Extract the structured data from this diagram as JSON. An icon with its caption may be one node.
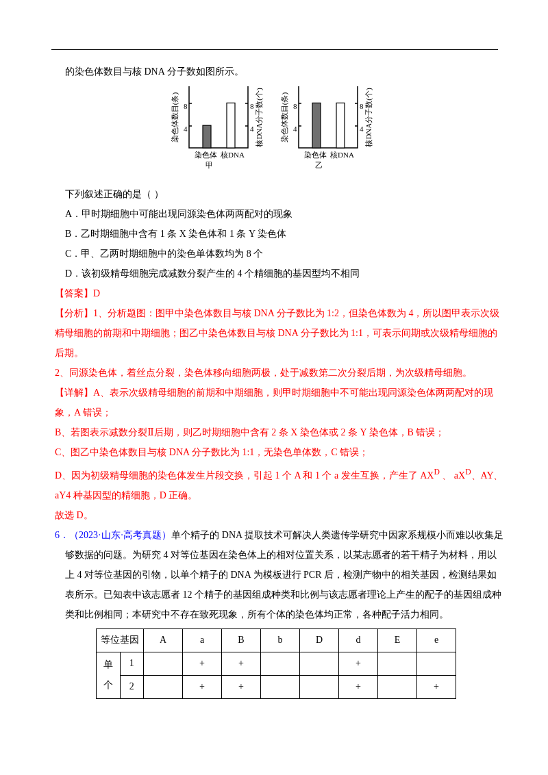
{
  "diagram": {
    "labels": [
      "的染色体数目与核 DNA 分子数如图所示。",
      "染色体数目(条)",
      "8",
      "4",
      "8",
      "4",
      "核DNA分子数(个)",
      "染色体",
      "核DNA",
      "甲",
      "染色体数目(条)",
      "8",
      "4",
      "8",
      "4",
      "核DNA分子数(个)",
      "染色体",
      "核DNA",
      "乙",
      "下列叙述正确的是（    ）",
      "A．甲时期细胞中可能出现同源染色体两两配对的现象",
      "B．乙时期细胞中含有 1 条 X 染色体和 1 条 Y 染色体",
      "C．甲、乙两时期细胞中的染色单体数均为 8 个",
      "D．该初级精母细胞完成减数分裂产生的 4 个精细胞的基因型均不相同",
      "【答案】D",
      "【分析】1、分析题图：图甲中染色体数目与核 DNA 分子数比为 1:2，但染色体数为 4，所以图甲表示次级精母细胞的前期和中期细胞；图乙中染色体数目与核 DNA 分子数比为 1:1，可表示间期或次级精母细胞的后期。",
      "2、同源染色体，着丝点分裂，染色体移向细胞两极，处于减数第二次分裂后期，为次级精母细胞。",
      "【详解】A、表示次级精母细胞的前期和中期细胞，则甲时期细胞中不可能出现同源染色体两两配对的现象，A 错误；",
      "B、若图表示减数分裂Ⅱ后期，则乙时期细胞中含有 2 条 X 染色体或 2 条 Y 染色体，B 错误；",
      "C、图乙中染色体数目与核 DNA 分子数比为 1:1，无染色单体数，C 错误；",
      "D、因为初级精母细胞的染色体发生片段交换，引起 1 个 A 和 1 个 a 发生互换，产生了 AX$^{D}$ 、 aX$^{D}$、AY、aY4 种基因型的精细胞，D 正确。",
      "故选 D。",
      "6．",
      "（2023·山东·高考真题）",
      "单个精子的 DNA 提取技术可解决人类遗传学研究中因家系规模小而难以收集足够数据的问题。为研究 4 对等位基因在染色体上的相对位置关系，以某志愿者的若干精子为材料，用以上 4 对等位基因的引物，以单个精子的 DNA 为模板进行 PCR 后，检测产物中的相关基因，检测结果如表所示。已知表中该志愿者 12 个精子的基因组成种类和比例与该志愿者理论上产生的配子的基因组成种类和比例相同；本研究中不存在致死现象，所有个体的染色体均正常，各种配子活力相同。",
      "等位基因",
      "A",
      "a",
      "B",
      "b",
      "D",
      "d",
      "E",
      "e",
      "单个",
      "1",
      "+",
      "+",
      "+",
      "2",
      "+",
      "+",
      "+",
      "+"
    ]
  }
}
